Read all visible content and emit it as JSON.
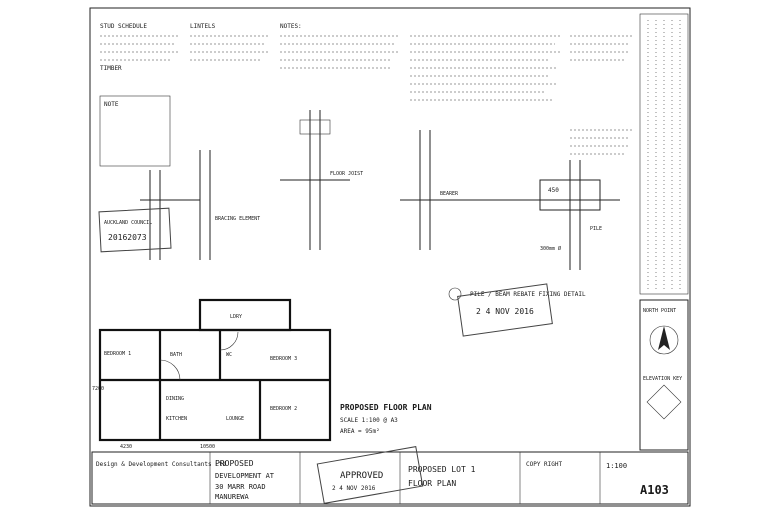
{
  "title_block": {
    "company": "Design & Development Consultants Ltd",
    "project_label": "PROPOSED",
    "project_desc": "DEVELOPMENT AT",
    "address": "30 MARR ROAD",
    "suburb": "MANUREWA",
    "sheet_title": "PROPOSED LOT 1",
    "sheet_subtitle": "FLOOR PLAN",
    "sheet_number": "A103",
    "scale": "1:100",
    "copyright": "COPY RIGHT",
    "north_point": "NORTH POINT",
    "elevation_key": "ELEVATION KEY"
  },
  "plan": {
    "title": "PROPOSED FLOOR PLAN",
    "scale": "SCALE 1:100 @ A3",
    "area": "AREA = 95m²",
    "rooms": [
      "BEDROOM 1",
      "BEDROOM 2",
      "BEDROOM 3",
      "KITCHEN",
      "LOUNGE",
      "DINING",
      "BATH",
      "WC",
      "LDRY"
    ],
    "dim_overall": "10500",
    "dim_side": "7200",
    "dim_a": "4230"
  },
  "details": {
    "pile_detail": "PILE / BEAM REBATE FIXING DETAIL",
    "bearer": "BEARER",
    "joist": "FLOOR JOIST",
    "pile": "PILE",
    "dim_450": "450",
    "dim_300": "300mm Ø",
    "bracing": "BRACING ELEMENT",
    "note": "NOTE"
  },
  "notes": {
    "heading": "NOTES:",
    "stud_schedule": "STUD SCHEDULE",
    "timber": "TIMBER",
    "lintels": "LINTELS"
  },
  "stamps": {
    "council": "AUCKLAND COUNCIL",
    "reference": "20162073",
    "approved": "APPROVED",
    "date": "2 4 NOV 2016",
    "date2": "2 4 NOV 2016"
  }
}
